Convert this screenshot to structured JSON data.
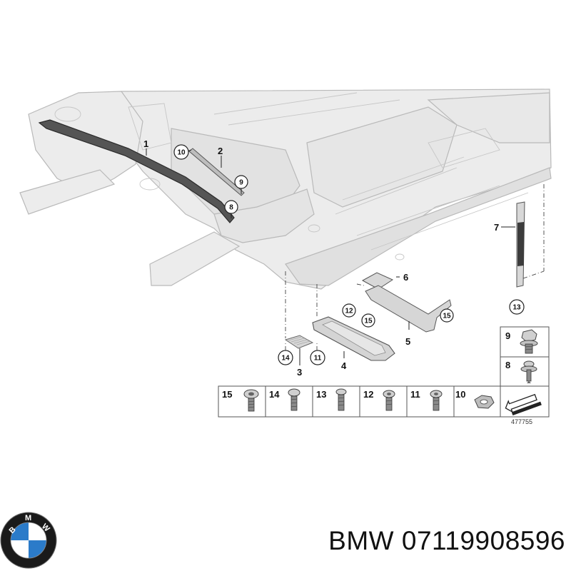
{
  "callouts": {
    "c1": "1",
    "c2": "2",
    "c3": "3",
    "c4": "4",
    "c5": "5",
    "c6": "6",
    "c7": "7",
    "c8": "8",
    "c9": "9",
    "c10": "10",
    "c11": "11",
    "c12": "12",
    "c13": "13",
    "c14": "14",
    "c15a": "15",
    "c15b": "15"
  },
  "legend": {
    "row": [
      "15",
      "14",
      "13",
      "12",
      "11",
      "10"
    ],
    "column": [
      "9",
      "8"
    ]
  },
  "reference_number": "477755",
  "footer": {
    "brand": "BMW",
    "part_number": "07119908596"
  },
  "logo": {
    "text": "BMW",
    "colors": {
      "ring": "#1a1a1a",
      "blue": "#2b7bc9",
      "white": "#ffffff"
    }
  },
  "colors": {
    "body_fill": "#ececec",
    "body_stroke": "#b8b8b8",
    "part_fill": "#d4d4d4",
    "part_dark": "#4a4a4a"
  }
}
